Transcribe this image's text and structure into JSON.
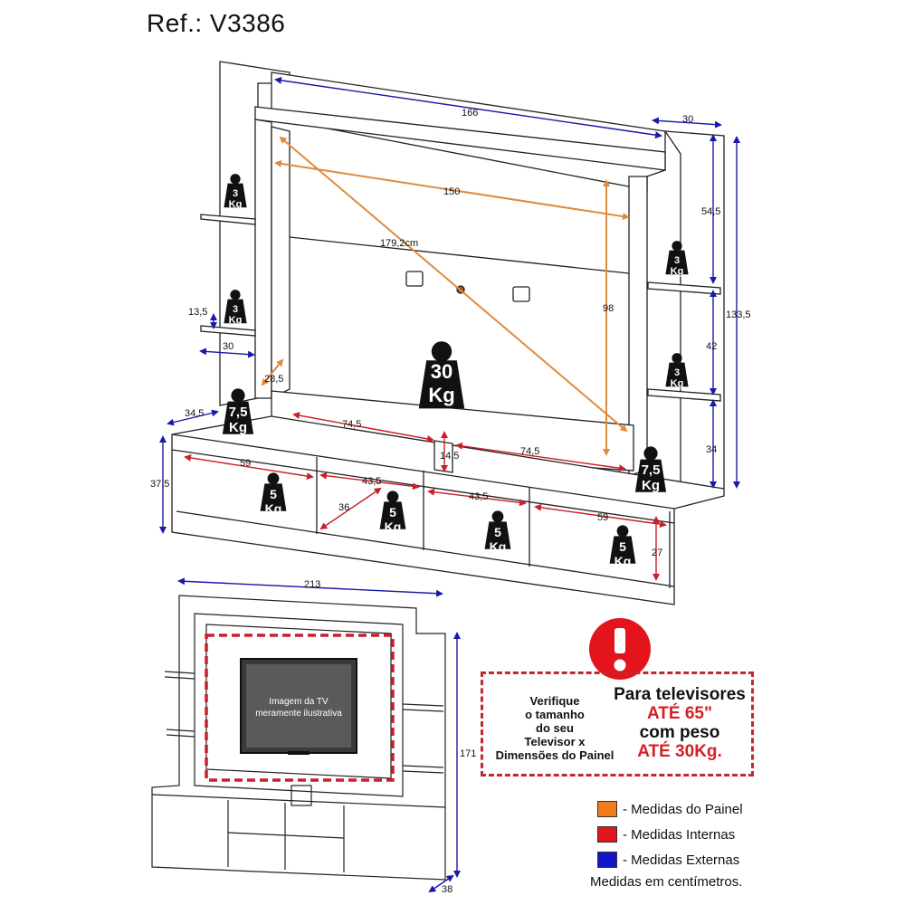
{
  "reference": "Ref.: V3386",
  "dimensions": {
    "panel_width": "166",
    "depth_top": "30",
    "inner_width": "150",
    "diagonal": "179,2cm",
    "height_upper": "54,5",
    "total_height": "133,5",
    "shelf_depth": "13,5",
    "shelf_width": "30",
    "inner_height": "98",
    "spacing_42": "42",
    "spacing_34": "34",
    "column_28": "28,5",
    "base_depth": "34,5",
    "niche_left": "74,5",
    "niche_right": "74,5",
    "niche_mid_h": "14,5",
    "rack_height": "37,5",
    "drawer_59_left": "59",
    "drawer_43_left": "43,5",
    "drawer_43_right": "43,5",
    "drawer_59_right": "59",
    "niche_h_36": "36",
    "niche_h_27": "27",
    "overall_width": "213",
    "overall_height": "171",
    "overall_depth": "38"
  },
  "weights": {
    "shelf_upper_left": [
      "3",
      "Kg"
    ],
    "shelf_mid_left": [
      "3",
      "Kg"
    ],
    "shelf_upper_right": [
      "3",
      "Kg"
    ],
    "shelf_mid_right": [
      "3",
      "Kg"
    ],
    "panel": [
      "30",
      "Kg"
    ],
    "top_left": [
      "7,5",
      "Kg"
    ],
    "top_right": [
      "7,5",
      "Kg"
    ],
    "niche_1": [
      "5",
      "Kg"
    ],
    "niche_2": [
      "5",
      "Kg"
    ],
    "niche_3": [
      "5",
      "Kg"
    ],
    "niche_4": [
      "5",
      "Kg"
    ]
  },
  "tv_caption": [
    "Imagem da TV",
    "meramente ilustrativa"
  ],
  "warning": {
    "left_lines": [
      "Verifique",
      "o tamanho",
      "do seu",
      "Televisor x",
      "Dimensões do Painel"
    ],
    "right_line1": "Para televisores",
    "right_line2": "ATÉ 65\"",
    "right_line3": "com peso",
    "right_line4": "ATÉ 30Kg."
  },
  "legend": [
    {
      "label": "- Medidas do Painel",
      "color": "#f07c1b"
    },
    {
      "label": "- Medidas Internas",
      "color": "#e3141b"
    },
    {
      "label": "- Medidas Externas",
      "color": "#1414c8"
    }
  ],
  "units_note": "Medidas em centímetros.",
  "colors": {
    "panel": "#e08a3c",
    "internal": "#c8202a",
    "external": "#1a1aa8",
    "alert": "#e3141b"
  }
}
